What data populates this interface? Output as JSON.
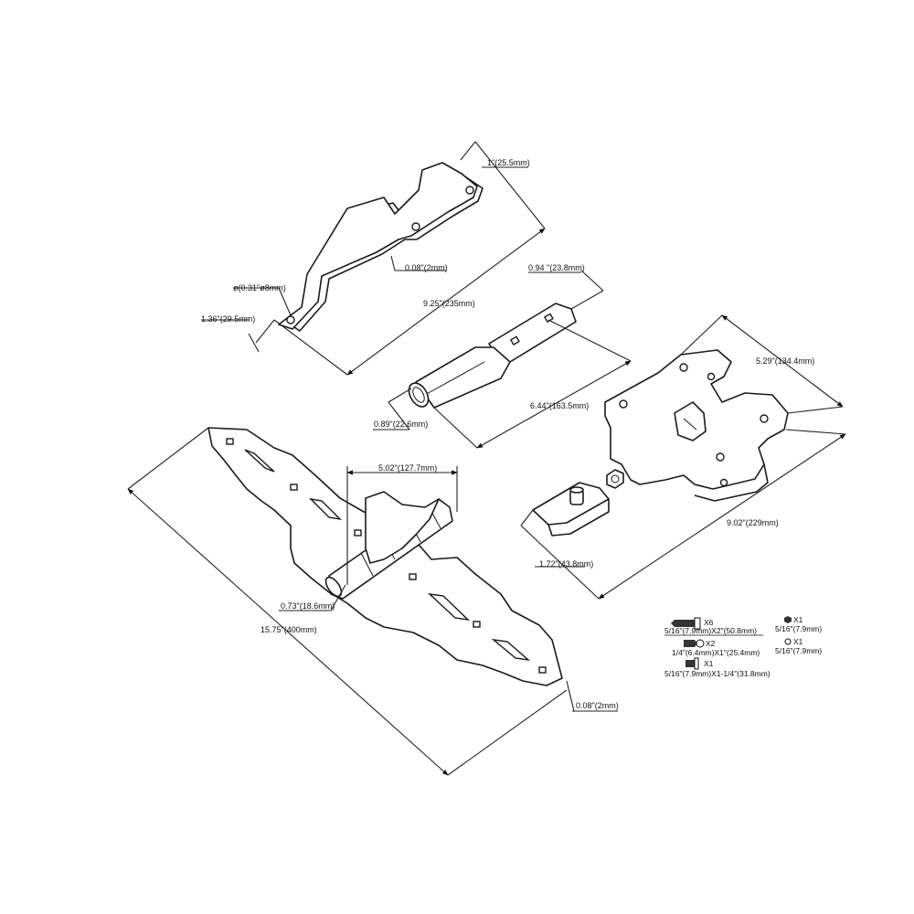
{
  "handle": {
    "width": "1\"(25.5mm)",
    "thickness": "0.08\"(2mm)",
    "hole_dia": "ø(0.31\"ø8mm)",
    "end_width": "1.36\"(29.5mm)",
    "length": "9.25\"(235mm)"
  },
  "cane_bolt": {
    "width": "0.94 \"(23.8mm)",
    "diameter": "0.89\"(22.6mm)",
    "length": "6.44\"(163.5mm)"
  },
  "latch": {
    "height": "5.29\"(134.4mm)",
    "length": "9.02\"(229mm)",
    "width": "1.72\"(43.8mm)"
  },
  "hinge": {
    "leaf_width": "5.02\"(127.7mm)",
    "pin_dia": "0.73\"(18.6mm)",
    "length": "15.75\"(400mm)",
    "thickness": "0.08\"(2mm)"
  },
  "hardware": [
    {
      "qty": "X6",
      "size": "5/16\"(7.9mm)X2\"(50.8mm)",
      "icon": "lag-screw-icon"
    },
    {
      "qty": "X2",
      "size": "1/4\"(6.4mm)X1\"(25.4mm)",
      "icon": "wood-screw-icon"
    },
    {
      "qty": "X1",
      "size": "5/16\"(7.9mm)X1-1/4\"(31.8mm)",
      "icon": "carriage-bolt-icon"
    },
    {
      "qty": "X1",
      "size": "5/16\"(7.9mm)",
      "icon": "nut-icon"
    },
    {
      "qty": "X1",
      "size": "5/16\"(7.9mm)",
      "icon": "washer-icon"
    }
  ]
}
